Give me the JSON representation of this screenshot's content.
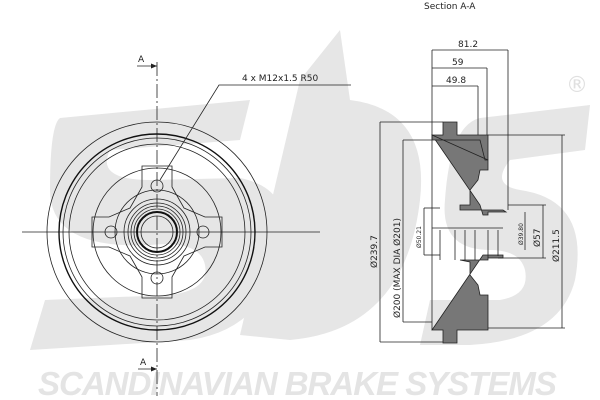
{
  "title": "Section A-A",
  "section_marker": "A",
  "callout": "4 x M12x1.5 R50",
  "dimensions": {
    "overall_width": "81.2",
    "width_59": "59",
    "width_49_8": "49.8",
    "outer_diameter": "Ø239.7",
    "inner_diameter": "Ø200 (MAX DIA Ø201)",
    "flange_diameter": "Ø211.5",
    "centering_diameter": "Ø57",
    "bore_inner": "Ø39.80",
    "bore_outer": "Ø50.21"
  },
  "watermark": {
    "brand_text": "SCANDINAVIAN BRAKE SYSTEMS",
    "registered": "®"
  },
  "colors": {
    "watermark": "#e4e4e4",
    "line": "#222222",
    "section_fill": "#777777"
  }
}
